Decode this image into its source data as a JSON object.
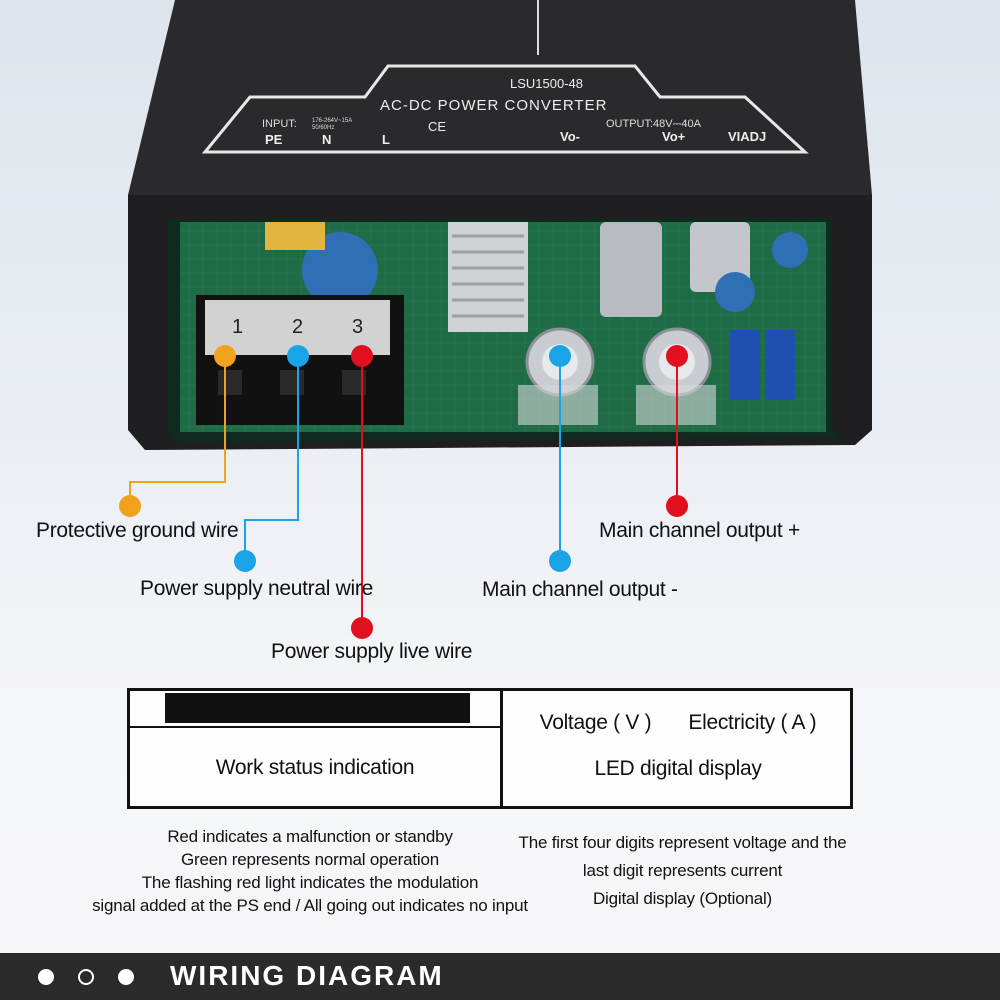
{
  "device": {
    "model": "LSU1500-48",
    "name": "AC-DC POWER CONVERTER",
    "input_spec": "INPUT:",
    "input_range": "176-264V~15A",
    "input_freq": "50/60Hz",
    "cert": "CE",
    "output_spec": "OUTPUT:48V⎓40A",
    "terminals": [
      "PE",
      "N",
      "L",
      "Vo-",
      "Vo+",
      "VIADJ"
    ],
    "terminal_numbers": [
      "1",
      "2",
      "3"
    ]
  },
  "callouts": {
    "protective_ground": "Protective ground wire",
    "neutral": "Power supply neutral wire",
    "live": "Power supply live wire",
    "output_minus": "Main channel output -",
    "output_plus": "Main channel output +"
  },
  "colors": {
    "ground": "#f0a21c",
    "neutral": "#1aa3e6",
    "live": "#e0101e"
  },
  "table": {
    "work_status": "Work status indication",
    "voltage": "Voltage ( V )",
    "current": "Electricity ( A )",
    "led_display": "LED digital display"
  },
  "notes_left": [
    "Red indicates a malfunction or standby",
    "Green represents normal operation",
    "The flashing red light indicates the modulation",
    "signal added at the PS end / All going out indicates no input"
  ],
  "notes_right": [
    "The first four digits represent voltage and the",
    "last digit represents current",
    "Digital display (Optional)"
  ],
  "footer": {
    "title": "WIRING DIAGRAM",
    "dots": [
      "filled",
      "outline",
      "filled"
    ]
  }
}
